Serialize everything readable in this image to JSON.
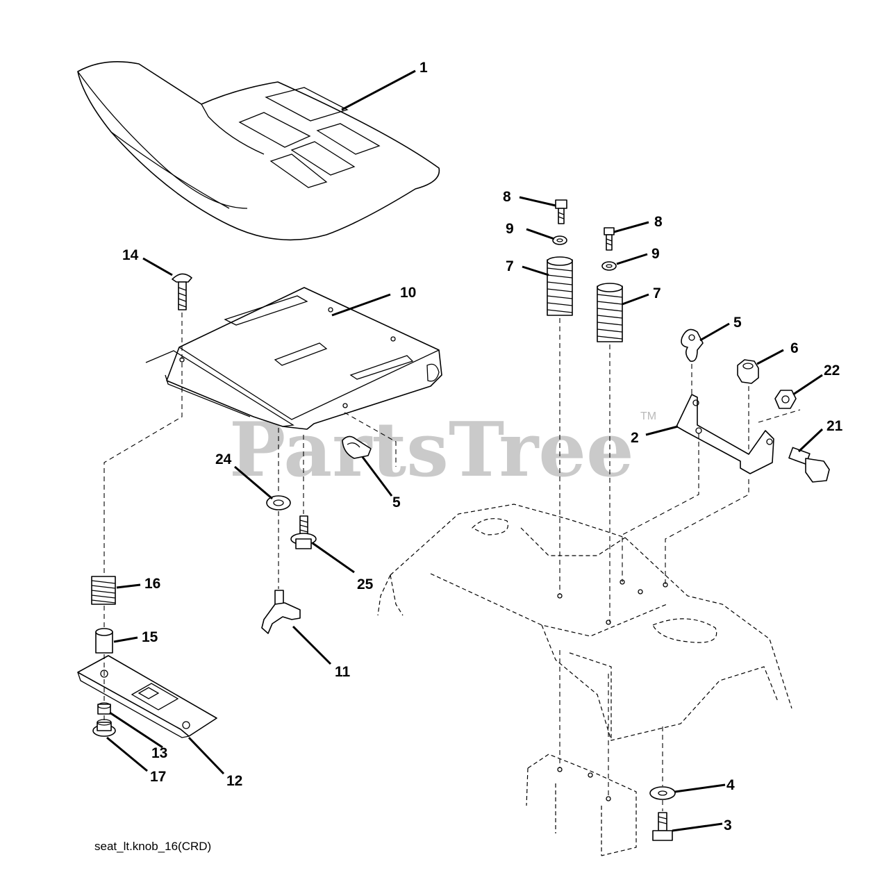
{
  "watermark": {
    "text": "PartsTree",
    "trademark": "TM"
  },
  "caption": "seat_lt.knob_16(CRD)",
  "callouts": {
    "c1": "1",
    "c2": "2",
    "c3": "3",
    "c4": "4",
    "c5a": "5",
    "c5b": "5",
    "c6": "6",
    "c7a": "7",
    "c7b": "7",
    "c8a": "8",
    "c8b": "8",
    "c9a": "9",
    "c9b": "9",
    "c10": "10",
    "c11": "11",
    "c12": "12",
    "c13": "13",
    "c14": "14",
    "c15": "15",
    "c16": "16",
    "c17": "17",
    "c21": "21",
    "c22": "22",
    "c24": "24",
    "c25": "25"
  }
}
